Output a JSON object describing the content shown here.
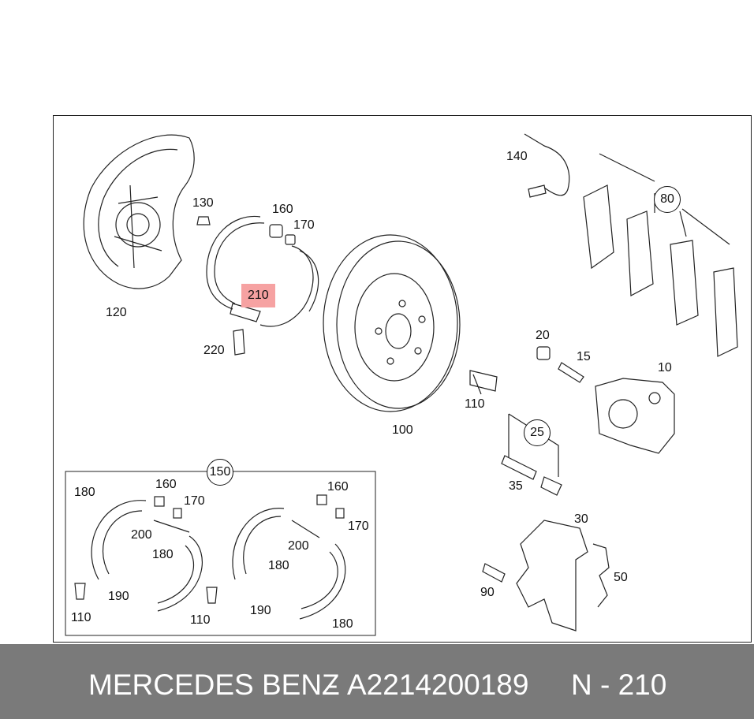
{
  "diagram": {
    "callouts": {
      "p140": "140",
      "p80": "80",
      "p130": "130",
      "p160": "160",
      "p170": "170",
      "p120": "120",
      "p210": "210",
      "p220": "220",
      "p20": "20",
      "p15": "15",
      "p10": "10",
      "p110": "110",
      "p100": "100",
      "p25": "25",
      "p35": "35",
      "p30": "30",
      "p50": "50",
      "p90": "90",
      "p150": "150",
      "k_180a": "180",
      "k_160a": "160",
      "k_170a": "170",
      "k_200a": "200",
      "k_180b": "180",
      "k_190a": "190",
      "k_110a": "110",
      "k_110b": "110",
      "k_160b": "160",
      "k_170b": "170",
      "k_200b": "200",
      "k_180c": "180",
      "k_190b": "190",
      "k_180d": "180"
    },
    "highlighted_part": "210",
    "highlight_color": "#f6a2a2"
  },
  "footer": {
    "brand": "MERCEDES BENZ",
    "separator": "-",
    "part_number": "A2214200189",
    "position_label": "N - 210",
    "background": "#7a7a7a"
  }
}
